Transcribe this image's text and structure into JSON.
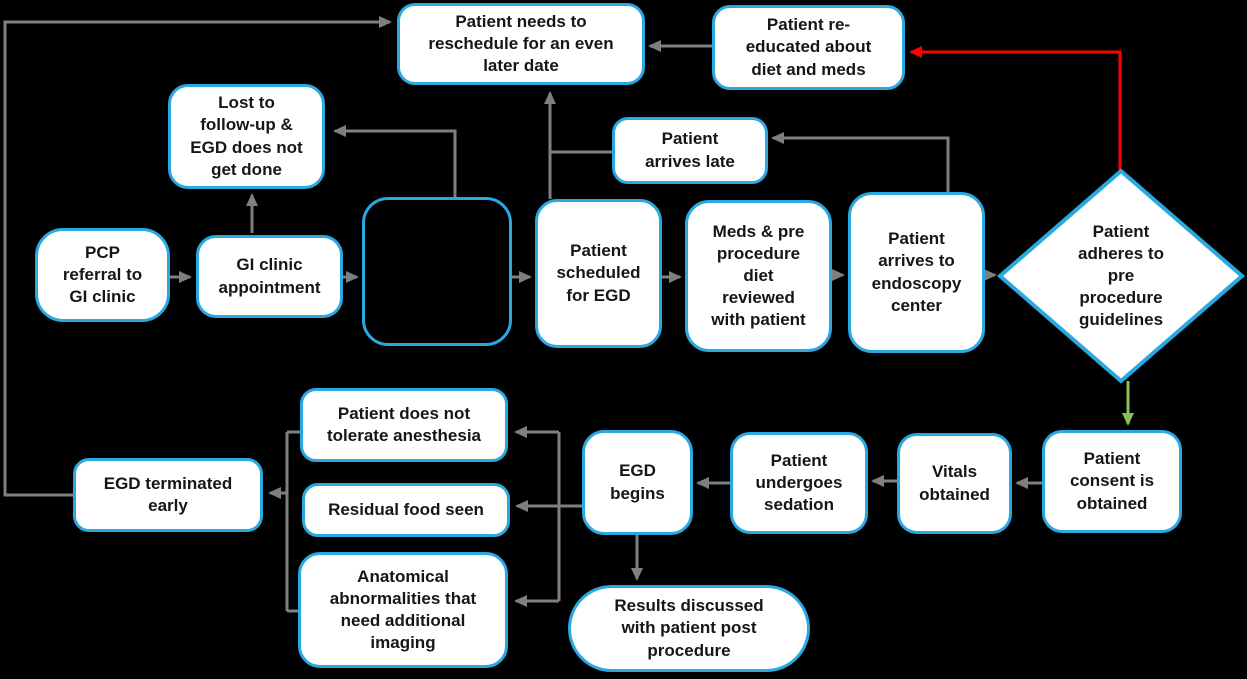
{
  "diagram_title": "EGD procedure workflow flowchart",
  "colors": {
    "background": "#000000",
    "node_fill": "#FFFFFF",
    "node_border_blue": "#29A9E1",
    "arrow_gray": "#7F7F7F",
    "arrow_red_no": "#FF0000",
    "arrow_green_yes": "#8CC152",
    "text": "#161616"
  },
  "nodes": {
    "pcp_referral": {
      "label": "PCP\nreferral to\nGI clinic"
    },
    "gi_clinic_appointment": {
      "label": "GI clinic\nappointment"
    },
    "lost_to_follow_up": {
      "label": "Lost to\nfollow-up &\nEGD does not\nget done"
    },
    "unlabeled_step": {
      "label": ""
    },
    "patient_scheduled_for_egd": {
      "label": "Patient\nscheduled\nfor EGD"
    },
    "meds_diet_reviewed": {
      "label": "Meds & pre\nprocedure\ndiet\nreviewed\nwith patient"
    },
    "patient_arrives_endoscopy_center": {
      "label": "Patient\narrives to\nendoscopy\ncenter"
    },
    "patient_adheres_guidelines": {
      "label": "Patient\nadheres to\npre\nprocedure\nguidelines",
      "shape": "decision-diamond"
    },
    "reschedule_even_later": {
      "label": "Patient needs to\nreschedule for an even\nlater date"
    },
    "patient_re_educated": {
      "label": "Patient re-\neducated about\ndiet and meds"
    },
    "patient_arrives_late": {
      "label": "Patient\narrives late"
    },
    "patient_consent_obtained": {
      "label": "Patient\nconsent is\nobtained"
    },
    "vitals_obtained": {
      "label": "Vitals\nobtained"
    },
    "patient_undergoes_sedation": {
      "label": "Patient\nundergoes\nsedation"
    },
    "egd_begins": {
      "label": "EGD\nbegins"
    },
    "does_not_tolerate_anesthesia": {
      "label": "Patient does not\ntolerate anesthesia"
    },
    "residual_food_seen": {
      "label": "Residual food seen"
    },
    "anatomical_abnormalities": {
      "label": "Anatomical\nabnormalities that\nneed additional\nimaging"
    },
    "egd_terminated_early": {
      "label": "EGD terminated\nearly"
    },
    "results_discussed": {
      "label": "Results discussed\nwith patient post\nprocedure",
      "shape": "terminator-stadium"
    }
  },
  "edges": [
    {
      "from": "pcp_referral",
      "to": "gi_clinic_appointment",
      "color": "gray"
    },
    {
      "from": "gi_clinic_appointment",
      "to": "lost_to_follow_up",
      "color": "gray"
    },
    {
      "from": "gi_clinic_appointment",
      "to": "unlabeled_step",
      "color": "gray"
    },
    {
      "from": "unlabeled_step",
      "to": "lost_to_follow_up",
      "color": "gray"
    },
    {
      "from": "unlabeled_step",
      "to": "patient_scheduled_for_egd",
      "color": "gray"
    },
    {
      "from": "patient_scheduled_for_egd",
      "to": "meds_diet_reviewed",
      "color": "gray"
    },
    {
      "from": "meds_diet_reviewed",
      "to": "patient_arrives_endoscopy_center",
      "color": "gray"
    },
    {
      "from": "patient_arrives_endoscopy_center",
      "to": "patient_adheres_guidelines",
      "color": "gray"
    },
    {
      "from": "patient_scheduled_for_egd",
      "to": "reschedule_even_later",
      "color": "gray"
    },
    {
      "from": "patient_arrives_late",
      "to": "reschedule_even_later",
      "color": "gray"
    },
    {
      "from": "patient_arrives_endoscopy_center",
      "to": "patient_arrives_late",
      "color": "gray"
    },
    {
      "from": "patient_re_educated",
      "to": "reschedule_even_later",
      "color": "gray"
    },
    {
      "from": "patient_adheres_guidelines",
      "to": "patient_re_educated",
      "color": "red"
    },
    {
      "from": "patient_adheres_guidelines",
      "to": "patient_consent_obtained",
      "color": "green"
    },
    {
      "from": "patient_consent_obtained",
      "to": "vitals_obtained",
      "color": "gray"
    },
    {
      "from": "vitals_obtained",
      "to": "patient_undergoes_sedation",
      "color": "gray"
    },
    {
      "from": "patient_undergoes_sedation",
      "to": "egd_begins",
      "color": "gray"
    },
    {
      "from": "egd_begins",
      "to": "does_not_tolerate_anesthesia",
      "color": "gray"
    },
    {
      "from": "egd_begins",
      "to": "residual_food_seen",
      "color": "gray"
    },
    {
      "from": "egd_begins",
      "to": "anatomical_abnormalities",
      "color": "gray"
    },
    {
      "from": "egd_begins",
      "to": "results_discussed",
      "color": "gray"
    },
    {
      "from": "does_not_tolerate_anesthesia",
      "to": "egd_terminated_early",
      "color": "gray"
    },
    {
      "from": "anatomical_abnormalities",
      "to": "egd_terminated_early",
      "color": "gray"
    },
    {
      "from": "egd_terminated_early",
      "to": "reschedule_even_later",
      "color": "gray"
    }
  ]
}
